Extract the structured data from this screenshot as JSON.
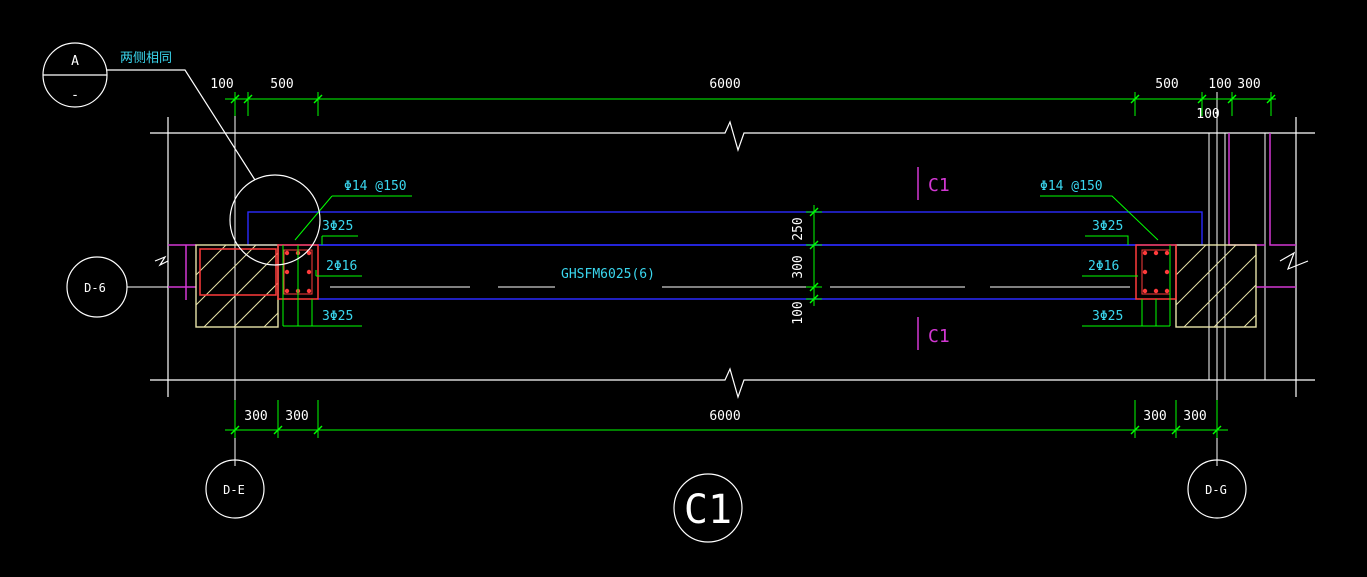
{
  "detail": {
    "letter": "A",
    "sub": "-",
    "note": "两侧相同"
  },
  "top_dims": [
    "100",
    "500",
    "6000",
    "500",
    "100",
    "300"
  ],
  "top_dim_extra": "100",
  "bottom_dims": [
    "300",
    "300",
    "6000",
    "300",
    "300"
  ],
  "vert_dims": [
    "250",
    "300",
    "100"
  ],
  "beam_label": "GHSFM6025(6)",
  "left_rebar": {
    "stirrup": "Φ14 @150",
    "top": "3Φ25",
    "side": "2Φ16",
    "bottom": "3Φ25"
  },
  "right_rebar": {
    "stirrup": "Φ14 @150",
    "top": "3Φ25",
    "side": "2Φ16",
    "bottom": "3Φ25"
  },
  "section_mark": "C1",
  "axes": {
    "left": "D-6",
    "bottom_left": "D-E",
    "bottom_right": "D-G"
  },
  "title": "C1",
  "colors": {
    "background": "#000000",
    "dimension": "#00ff00",
    "rebar_text": "#3ad7ef",
    "beam": "#2a2aff",
    "rebar": "#ff3b3b",
    "section": "#d237d2",
    "column": "#e8e3a8"
  }
}
